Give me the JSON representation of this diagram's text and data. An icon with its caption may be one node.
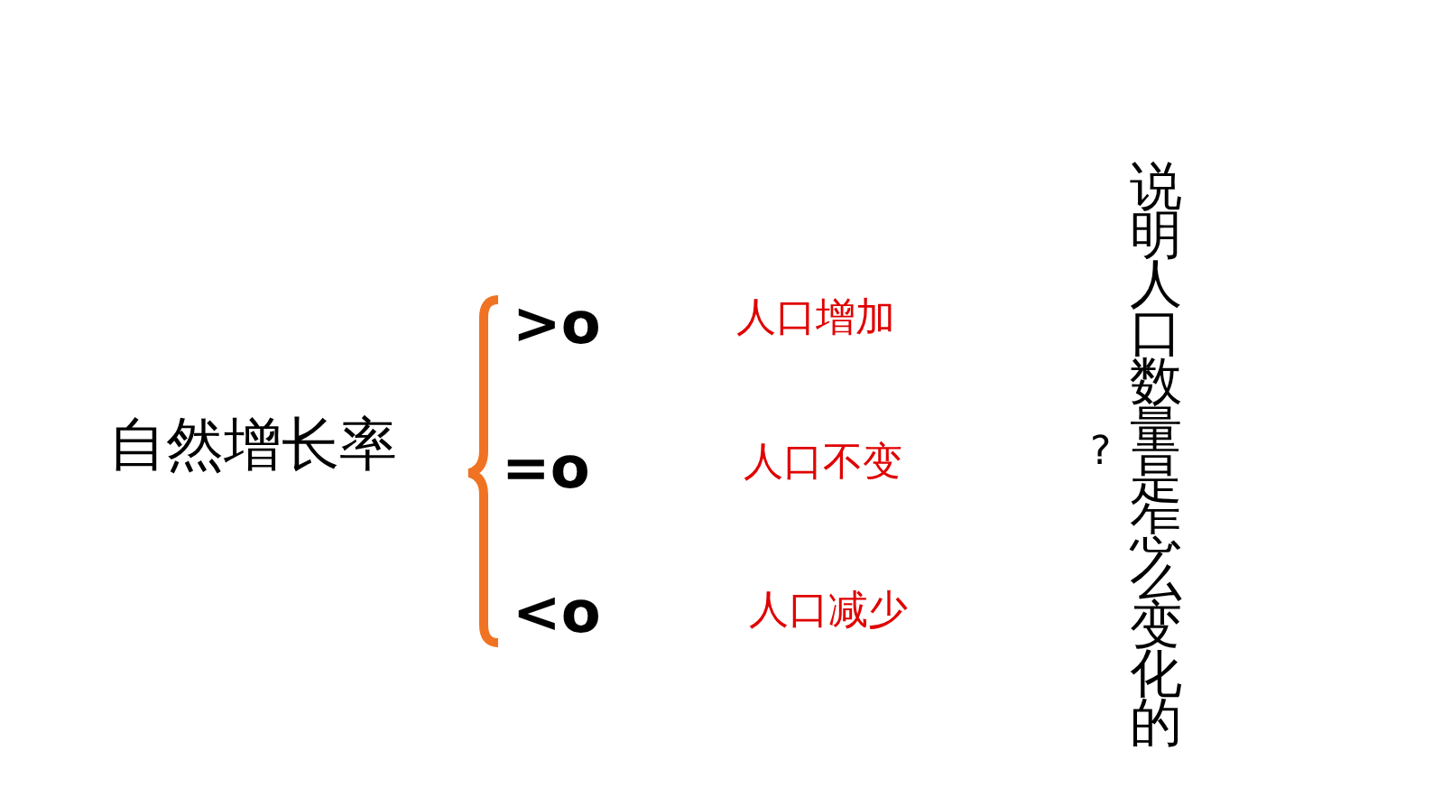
{
  "diagram": {
    "labels": [
      "自然增长率",
      ">o",
      "人口增加",
      "=o",
      "人口不变",
      "<o",
      "人口减少",
      "?",
      "说明人口数量是怎么变化的"
    ]
  }
}
